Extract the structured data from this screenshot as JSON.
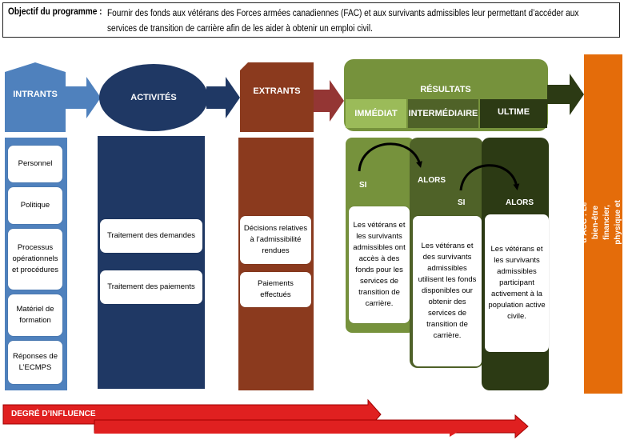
{
  "objective": {
    "label": "Objectif du programme :",
    "text": "Fournir des fonds aux vétérans des Forces armées canadiennes (FAC) et aux survivants admissibles leur permettant d’accéder aux services de transition de carrière afin de les aider à obtenir un emploi civil."
  },
  "headers": {
    "intrants": "INTRANTS",
    "activites": "ACTIVITÉS",
    "extrants": "EXTRANTS",
    "resultats": "RÉSULTATS",
    "immediat": "IMMÉDIAT",
    "intermediaire": "INTERMÉDIAIRE",
    "ultime": "ULTIME"
  },
  "intrants": [
    "Personnel",
    "Politique",
    "Processus opérationnels et procédures",
    "Matériel de formation",
    "Réponses de L’ECMPS"
  ],
  "activites": [
    "Traitement des demandes",
    "Traitement des paiements"
  ],
  "extrants": [
    "Décisions relatives à l’admissibilité rendues",
    "Paiements effectués"
  ],
  "resultats": {
    "si_1": "SI",
    "alors_1": "ALORS",
    "si_2": "SI",
    "alors_2": "ALORS",
    "immediat_text": "Les vétérans et les survivants admissibles ont accès à des fonds pour les services de transition de carrière.",
    "intermediaire_text": "Les vétérans et des survivants admissibles utilisent les fonds disponibles our obtenir des services de transition de carrière.",
    "ultime_text": "Les vétérans et les survivants admissibles participant activement à la population active civile."
  },
  "strategic_outcome": "Résultat stratégique d’ACC : Le bien-être financier, physique et mental des vétérans admissibles.",
  "influence": {
    "label": "DEGRÉ D’INFLUENCE"
  },
  "colors": {
    "intrants": "#4f81bd",
    "activites": "#1f3864",
    "extrants": "#8b3a1e",
    "resultats": "#76923c",
    "immediat": "#9bbb59",
    "intermediaire": "#4f6228",
    "ultime": "#2c3a14",
    "strategic": "#e46c0a",
    "influence": "#e02020"
  }
}
